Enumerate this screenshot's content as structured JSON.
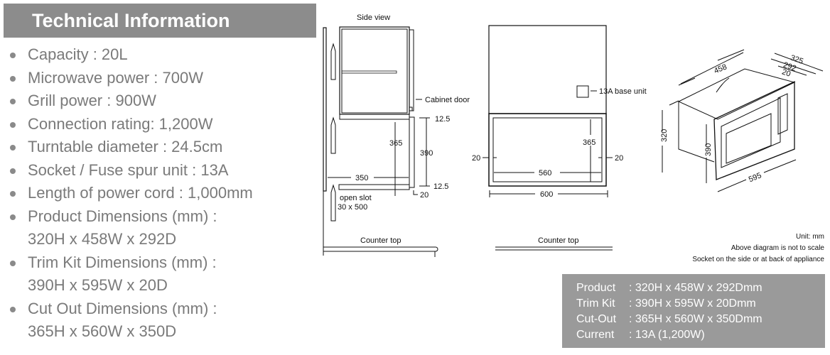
{
  "header": {
    "title": "Technical Information"
  },
  "specs": [
    {
      "line1": "Capacity : 20L"
    },
    {
      "line1": "Microwave power : 700W"
    },
    {
      "line1": "Grill power : 900W"
    },
    {
      "line1": "Connection rating: 1,200W"
    },
    {
      "line1": "Turntable diameter : 24.5cm"
    },
    {
      "line1": "Socket / Fuse spur unit : 13A"
    },
    {
      "line1": "Length of power cord : 1,000mm"
    },
    {
      "line1": "Product Dimensions (mm) :",
      "line2": "320H x 458W x 292D"
    },
    {
      "line1": "Trim Kit Dimensions (mm) :",
      "line2": "390H x 595W x 20D"
    },
    {
      "line1": "Cut Out Dimensions (mm) :",
      "line2": "365H x 560W x 350D"
    }
  ],
  "side_view": {
    "title": "Side view",
    "cabinet_door": "Cabinet door",
    "d_12_5_top": "12.5",
    "d_365": "365",
    "d_390": "390",
    "d_350": "350",
    "d_12_5_bottom": "12.5",
    "d_20": "20",
    "open_slot": "open slot",
    "slot_size": "30 x 500",
    "counter_top": "Counter top"
  },
  "front_view": {
    "base_unit": "13A base unit",
    "d_20_left": "20",
    "d_365": "365",
    "d_20_right": "20",
    "d_560": "560",
    "d_600": "600",
    "counter_top": "Counter top"
  },
  "iso_view": {
    "d_458": "458",
    "d_325": "325",
    "d_292": "292",
    "d_20": "20",
    "d_320": "320",
    "d_390": "390",
    "d_595": "595"
  },
  "notes": [
    "Unit: mm",
    "Above diagram is not to scale",
    "Socket on the side or at back of appliance"
  ],
  "summary": [
    {
      "key": "Product",
      "value": ": 320H x 458W x 292Dmm"
    },
    {
      "key": "Trim Kit",
      "value": ": 390H x 595W x 20Dmm"
    },
    {
      "key": "Cut-Out",
      "value": ": 365H x 560W x 350Dmm"
    },
    {
      "key": "Current",
      "value": ": 13A (1,200W)"
    }
  ]
}
